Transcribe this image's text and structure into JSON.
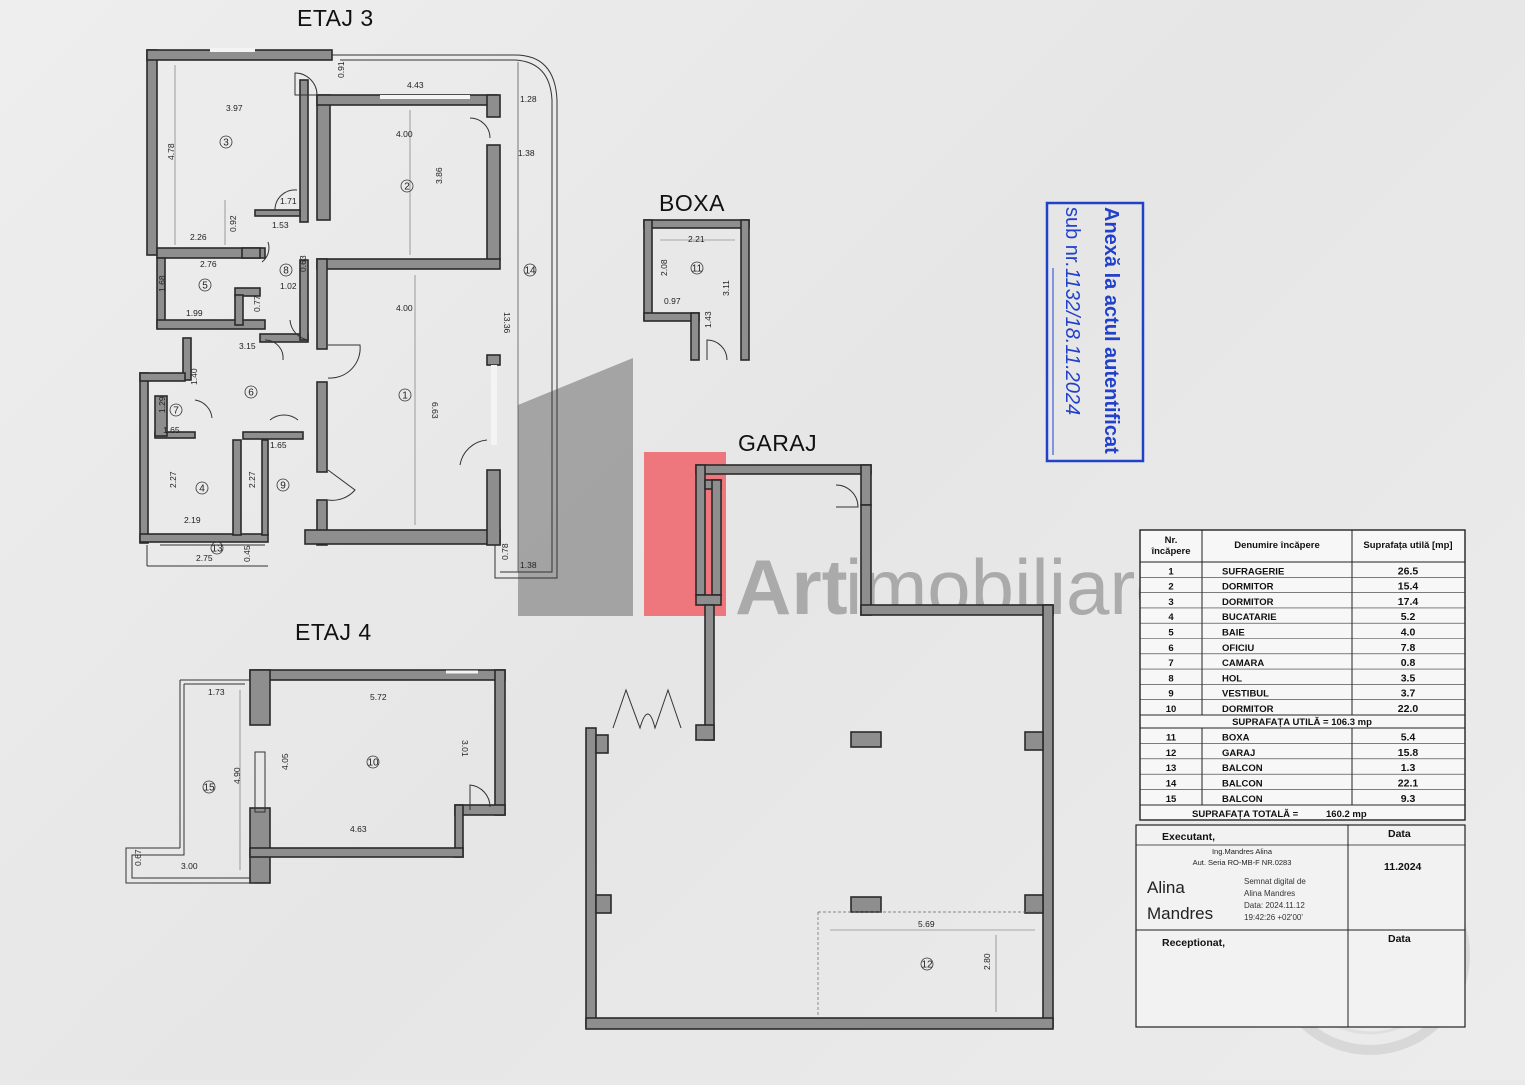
{
  "titles": {
    "etaj3": "ETAJ 3",
    "boxa": "BOXA",
    "garaj": "GARAJ",
    "etaj4": "ETAJ 4"
  },
  "dims_etaj3": [
    "0.91",
    "4.43",
    "1.28",
    "3.97",
    "4.78",
    "4.00",
    "1.38",
    "3.86",
    "1.71",
    "0.92",
    "1.53",
    "2.26",
    "2.76",
    "0.63",
    "1.02",
    "1.68",
    "1.99",
    "0.77",
    "4.00",
    "13.36",
    "3.15",
    "1.40",
    "1.29",
    "1.65",
    "6.63",
    "1.65",
    "2.27",
    "2.27",
    "2.19",
    "0.78",
    "2.75",
    "0.45",
    "1.38"
  ],
  "dims_boxa": [
    "2.21",
    "2.08",
    "0.97",
    "3.11",
    "1.43"
  ],
  "dims_etaj4": [
    "1.73",
    "5.72",
    "4.90",
    "4.05",
    "3.01",
    "4.63",
    "0.67",
    "3.00"
  ],
  "dims_garaj": [
    "5.69",
    "2.80"
  ],
  "room_numbers": [
    "1",
    "2",
    "3",
    "4",
    "5",
    "6",
    "7",
    "8",
    "9",
    "10",
    "11",
    "12",
    "13",
    "14",
    "15"
  ],
  "stamp": {
    "line1": "Anexă la actul autentificat",
    "line2": "sub nr.",
    "handwritten": "1132/18.11.2024"
  },
  "watermark": {
    "bold": "Art",
    "light": "imobiliare"
  },
  "table": {
    "headers": [
      "Nr. încăpere",
      "Denumire încăpere",
      "Suprafața utilă [mp]"
    ],
    "rows_a": [
      [
        "1",
        "SUFRAGERIE",
        "26.5"
      ],
      [
        "2",
        "DORMITOR",
        "15.4"
      ],
      [
        "3",
        "DORMITOR",
        "17.4"
      ],
      [
        "4",
        "BUCATARIE",
        "5.2"
      ],
      [
        "5",
        "BAIE",
        "4.0"
      ],
      [
        "6",
        "OFICIU",
        "7.8"
      ],
      [
        "7",
        "CAMARA",
        "0.8"
      ],
      [
        "8",
        "HOL",
        "3.5"
      ],
      [
        "9",
        "VESTIBUL",
        "3.7"
      ],
      [
        "10",
        "DORMITOR",
        "22.0"
      ]
    ],
    "subtotal": "SUPRAFAȚA UTILĂ = 106.3 mp",
    "rows_b": [
      [
        "11",
        "BOXA",
        "5.4"
      ],
      [
        "12",
        "GARAJ",
        "15.8"
      ],
      [
        "13",
        "BALCON",
        "1.3"
      ],
      [
        "14",
        "BALCON",
        "22.1"
      ],
      [
        "15",
        "BALCON",
        "9.3"
      ]
    ],
    "total_label": "SUPRAFAȚA TOTALĂ =",
    "total_value": "160.2 mp",
    "executant_label": "Executant,",
    "data_label": "Data",
    "engineer": "Ing.Mandres Alina",
    "authorization": "Aut. Seria RO-MB-F NR.0283",
    "date": "11.2024",
    "signature": "Alina Mandres",
    "digital_sig": [
      "Semnat digital de",
      "Alina Mandres",
      "Data: 2024.11.12",
      "19:42:26 +02'00'"
    ],
    "receptionat_label": "Receptionat,",
    "data_label2": "Data"
  }
}
